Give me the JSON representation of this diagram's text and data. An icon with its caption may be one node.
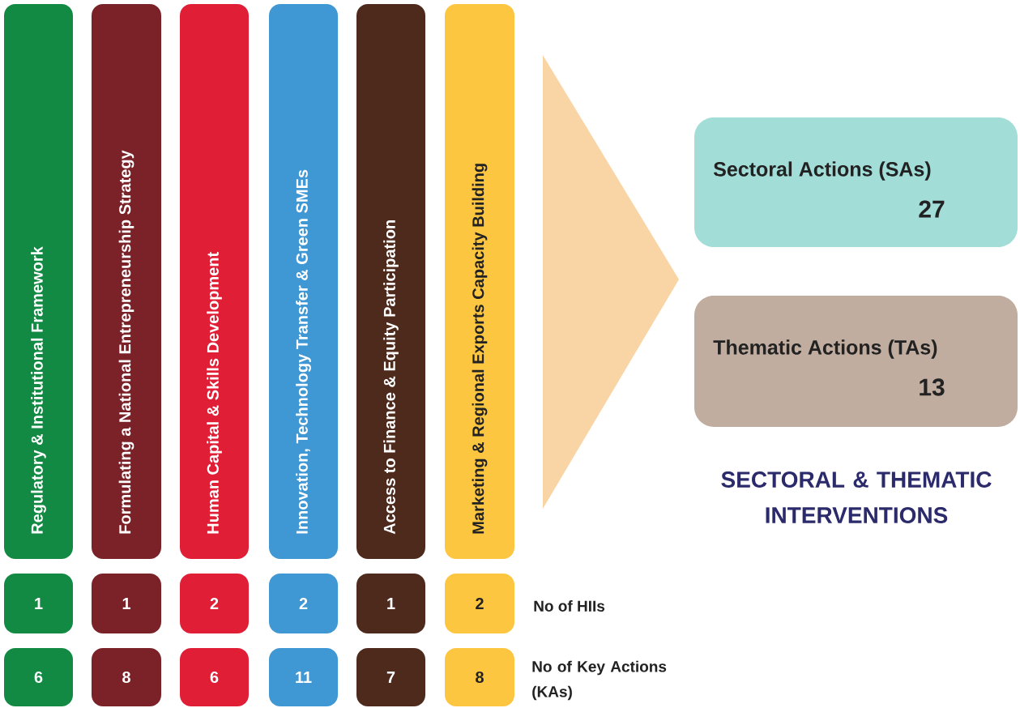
{
  "diagram": {
    "nodes": [
      {
        "text": [
          "Regulatory & Institutional Framework"
        ]
      },
      {
        "text": [
          "Formulating a National Entrepreneurship Strategy"
        ]
      },
      {
        "text": [
          "Human Capital & Skills Development"
        ]
      },
      {
        "text": [
          "Innovation, Technology Transfer & Green SMEs"
        ]
      },
      {
        "text": [
          "Access to Finance & Equity Participation"
        ]
      },
      {
        "text": [
          "Marketing & Regional Exports Capacity Building"
        ]
      },
      {
        "text": [
          "1"
        ]
      },
      {
        "text": [
          "1"
        ]
      },
      {
        "text": [
          "2"
        ]
      },
      {
        "text": [
          "2"
        ]
      },
      {
        "text": [
          "1"
        ]
      },
      {
        "text": [
          "2"
        ]
      },
      {
        "text": [
          "6"
        ]
      },
      {
        "text": [
          "8"
        ]
      },
      {
        "text": [
          "6"
        ]
      },
      {
        "text": [
          "11"
        ]
      },
      {
        "text": [
          "7"
        ]
      },
      {
        "text": [
          "8"
        ]
      },
      {
        "text": [],
        "shape": "triangle"
      },
      {
        "text": [
          "Sectoral Actions (SAs)",
          "27"
        ]
      },
      {
        "text": [
          "Thematic Actions (TAs)",
          "13"
        ]
      }
    ],
    "labels": [
      "SECTORAL & THEMATIC INTERVENTIONS",
      "No of HIIs",
      "No of Key Actions (KAs)"
    ]
  }
}
